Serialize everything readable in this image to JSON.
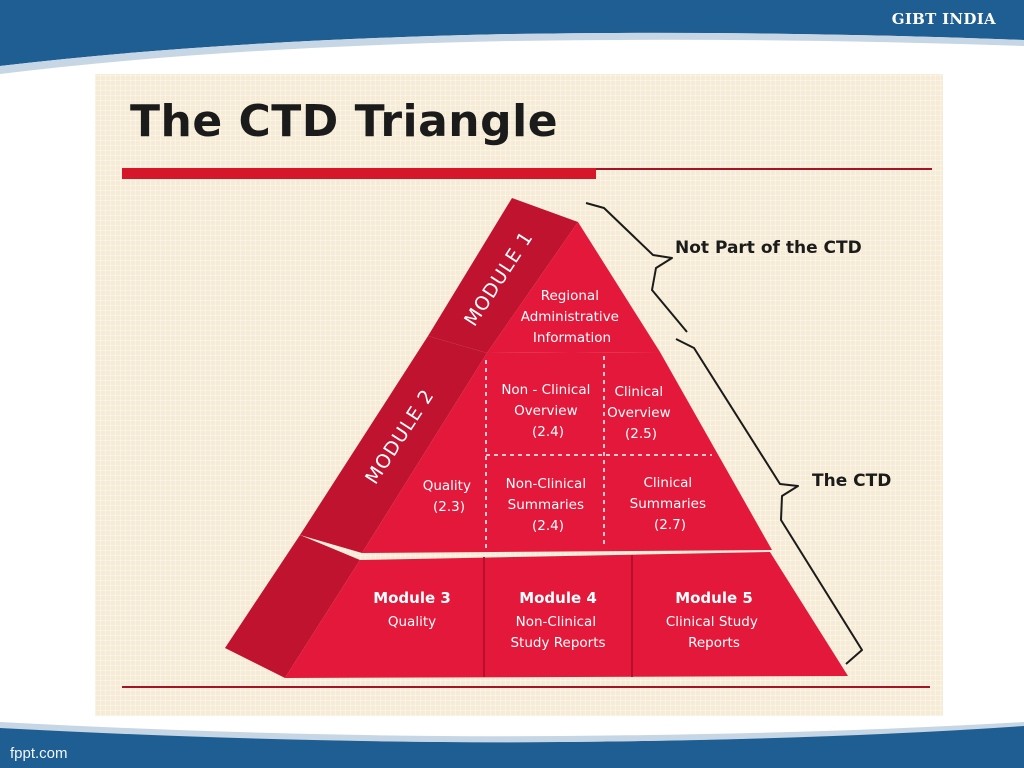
{
  "header": {
    "brand": "GIBT INDIA"
  },
  "footer": {
    "site": "fppt.com"
  },
  "slide": {
    "title": "The CTD Triangle"
  },
  "pyramid": {
    "module1": {
      "rotated_label": "MODULE 1",
      "content": [
        "Regional",
        "Administrative",
        "Information"
      ]
    },
    "module2": {
      "rotated_label": "MODULE 2",
      "quality": [
        "Quality",
        "(2.3)"
      ],
      "nonclinical_overview": [
        "Non - Clinical",
        "Overview",
        "(2.4)"
      ],
      "clinical_overview": [
        "Clinical",
        "Overview",
        "(2.5)"
      ],
      "nonclinical_summaries": [
        "Non-Clinical",
        "Summaries",
        "(2.4)"
      ],
      "clinical_summaries": [
        "Clinical",
        "Summaries",
        "(2.7)"
      ]
    },
    "module3": {
      "title": "Module 3",
      "lines": [
        "Quality"
      ]
    },
    "module4": {
      "title": "Module 4",
      "lines": [
        "Non-Clinical",
        "Study Reports"
      ]
    },
    "module5": {
      "title": "Module 5",
      "lines": [
        "Clinical Study",
        "Reports"
      ]
    }
  },
  "annotations": {
    "not_part": "Not Part of the CTD",
    "the_ctd": "The CTD"
  },
  "colors": {
    "header_blue": "#1f5e93",
    "pyramid_red": "#e3183a",
    "side_red": "#c01330",
    "accent_red": "#d6172a"
  }
}
